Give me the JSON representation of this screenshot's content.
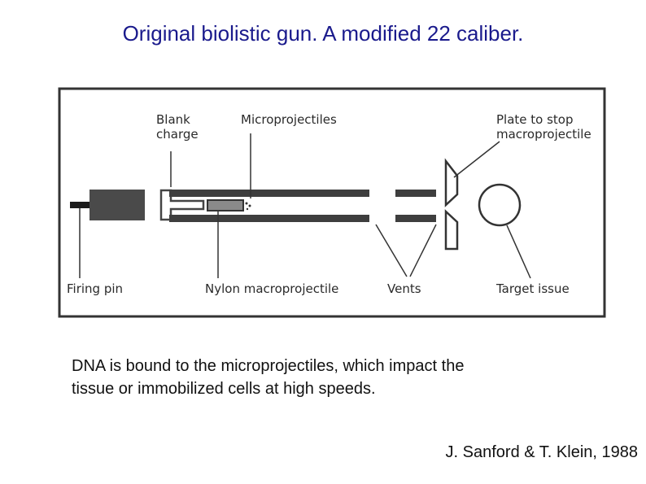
{
  "slide": {
    "title": "Original biolistic gun. A modified  22 caliber."
  },
  "diagram": {
    "labels": {
      "blank_charge_line1": "Blank",
      "blank_charge_line2": "charge",
      "microprojectiles": "Microprojectiles",
      "plate_line1": "Plate to stop",
      "plate_line2": "macroprojectile",
      "firing_pin": "Firing pin",
      "nylon_macroprojectile": "Nylon macroprojectile",
      "vents": "Vents",
      "target_tissue": "Target issue"
    }
  },
  "caption": {
    "line1": "DNA is bound to the microprojectiles, which impact the",
    "line2": "tissue or immobilized cells at high speeds."
  },
  "credit": "J. Sanford & T. Klein, 1988"
}
